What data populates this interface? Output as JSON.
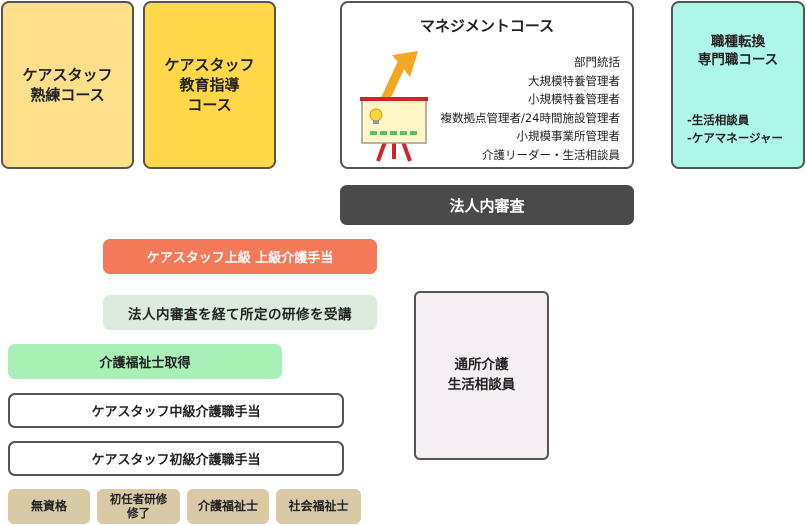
{
  "courses": {
    "skilled": {
      "line1": "ケアスタッフ",
      "line2": "熟練コース"
    },
    "education": {
      "line1": "ケアスタッフ",
      "line2": "教育指導",
      "line3": "コース"
    },
    "management": {
      "title": "マネジメントコース",
      "roles": [
        "部門統括",
        "大規模特養管理者",
        "小規模特養管理者",
        "複数拠点管理者/24時間施設管理者",
        "小規模事業所管理者",
        "介護リーダー・生活相談員"
      ]
    },
    "specialist": {
      "line1": "職種転換",
      "line2": "専門職コース",
      "items": [
        "-生活相談員",
        "-ケアマネージャー"
      ]
    }
  },
  "review": "法人内審査",
  "senior_allowance": "ケアスタッフ上級 上級介護手当",
  "training": "法人内審査を経て所定の研修を受講",
  "certified": "介護福祉士取得",
  "mid_allowance": "ケアスタッフ中級介護職手当",
  "basic_allowance": "ケアスタッフ初級介護職手当",
  "daycare": {
    "line1": "通所介護",
    "line2": "生活相談員"
  },
  "qualifications": {
    "none": "無資格",
    "initial_line1": "初任者研修",
    "initial_line2": "修了",
    "carer": "介護福祉士",
    "social": "社会福祉士"
  },
  "colors": {
    "skilled": "#ffe08a",
    "education": "#ffd84a",
    "specialist": "#aef5ea",
    "review": "#4a4a4a",
    "senior": "#f47a5a",
    "training": "#dcebdc",
    "certified": "#a8f0b6",
    "qualification": "#d9c9a4",
    "daycare": "#f5eef3"
  },
  "icons": {
    "management": "presentation-easel-arrow-icon"
  }
}
